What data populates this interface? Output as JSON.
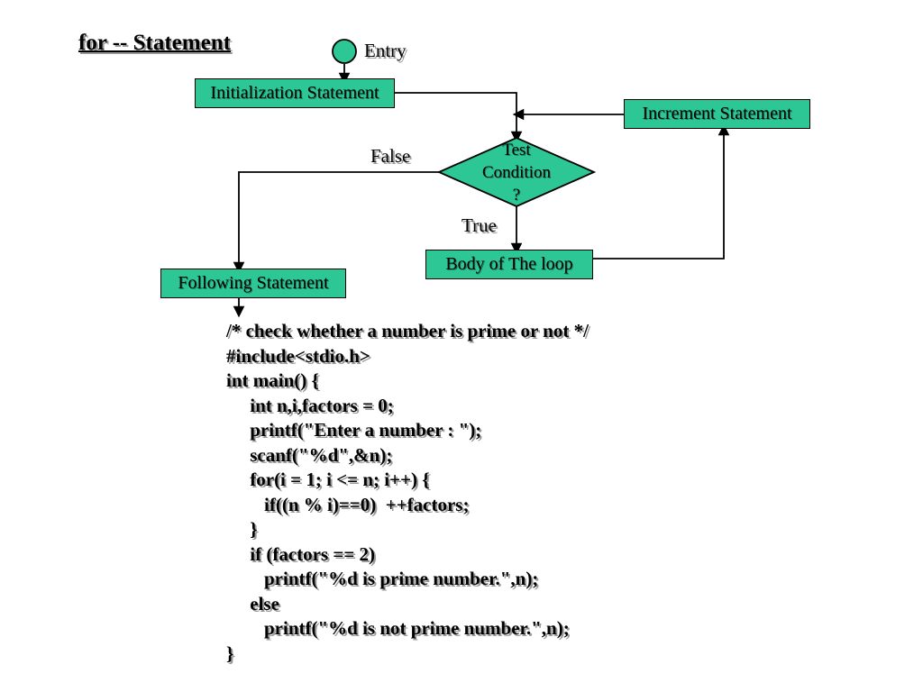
{
  "colors": {
    "background": "#ffffff",
    "shape_fill": "#2dc795",
    "shape_stroke": "#000000",
    "connector": "#000000",
    "shadow": "#9a9a9a"
  },
  "title": "for -- Statement",
  "flowchart": {
    "entry_label": "Entry",
    "nodes": {
      "initialization": "Initialization Statement",
      "increment": "Increment Statement",
      "test": "Test\nCondition\n?",
      "body": "Body of The loop",
      "following": "Following Statement"
    },
    "branch_labels": {
      "false": "False",
      "true": "True"
    }
  },
  "code": {
    "lines": [
      "/* check whether a number is prime or not */",
      "#include<stdio.h>",
      "int main() {",
      "     int n,i,factors = 0;",
      "     printf(\"Enter a number : \");",
      "     scanf(\"%d\",&n);",
      "     for(i = 1; i <= n; i++) {",
      "        if((n % i)==0)  ++factors;",
      "     }",
      "     if (factors == 2)",
      "        printf(\"%d is prime number.\",n);",
      "     else",
      "        printf(\"%d is not prime number.\",n);",
      "}"
    ]
  }
}
